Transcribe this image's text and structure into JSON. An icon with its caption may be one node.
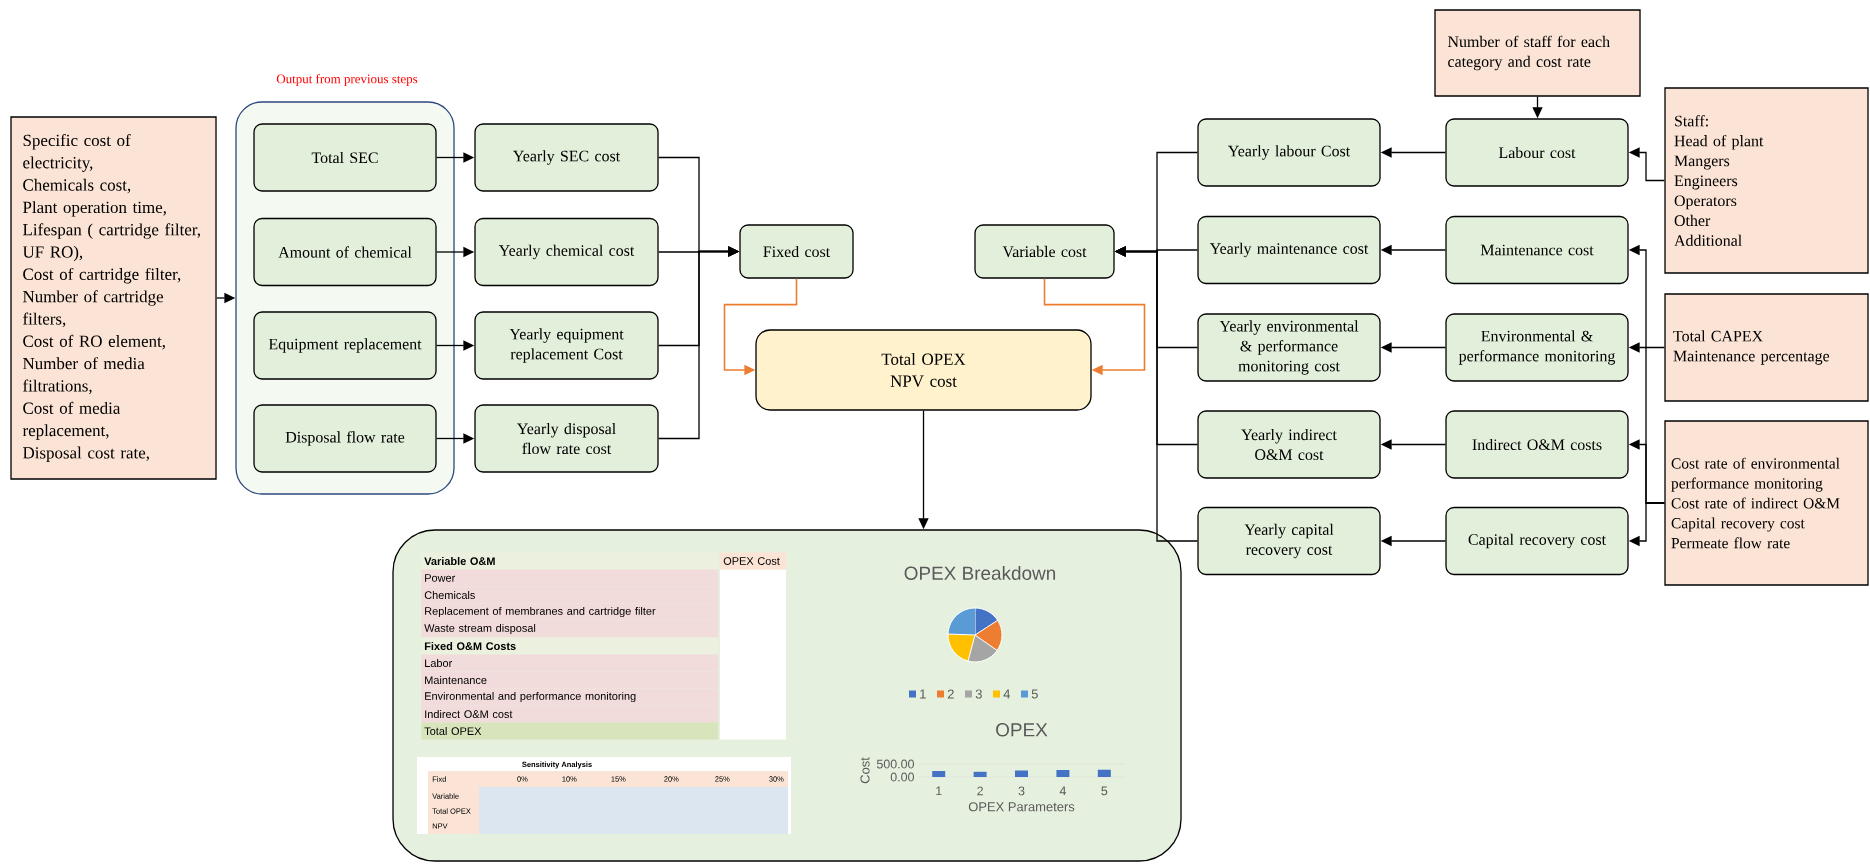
{
  "diagram": {
    "nodes": [
      {
        "text": [
          "Specific cost of electricity,",
          "Chemicals cost,",
          "Plant operation time,",
          "Lifespan ( cartridge filter, UF RO),",
          "Cost of cartridge filter,",
          "Number of cartridge filters,",
          "Cost of RO element,",
          "Number of media filtrations,",
          "Cost of media replacement,",
          "Disposal cost rate,"
        ]
      },
      {
        "text": [
          "Output from previous steps"
        ]
      },
      {
        "text": [
          "Total SEC"
        ],
        "in": 1
      },
      {
        "text": [
          "Amount of chemical"
        ],
        "in": 1
      },
      {
        "text": [
          "Equipment replacement"
        ],
        "in": 1
      },
      {
        "text": [
          "Disposal flow rate"
        ],
        "in": 1
      },
      {
        "text": [
          "Yearly SEC cost"
        ]
      },
      {
        "text": [
          "Yearly chemical cost"
        ]
      },
      {
        "text": [
          "Yearly equipment replacement Cost"
        ]
      },
      {
        "text": [
          "Yearly disposal flow rate cost"
        ]
      },
      {
        "text": [
          "Fixed cost"
        ]
      },
      {
        "text": [
          "Variable cost"
        ]
      },
      {
        "text": [
          "Total OPEX NPV cost"
        ]
      },
      {
        "text": [
          "Number of staff for each category and cost rate"
        ]
      },
      {
        "text": [
          "Yearly labour Cost"
        ]
      },
      {
        "text": [
          "Labour cost"
        ]
      },
      {
        "text": [
          "Staff:",
          "Head of plant",
          "Mangers",
          "Engineers",
          "Operators",
          "Other",
          "Additional"
        ]
      },
      {
        "text": [
          "Yearly maintenance cost"
        ]
      },
      {
        "text": [
          "Maintenance cost"
        ]
      },
      {
        "text": [
          "Total CAPEX",
          "Maintenance percentage"
        ]
      },
      {
        "text": [
          "Yearly environmental & performance monitoring cost"
        ]
      },
      {
        "text": [
          "Environmental & performance monitoring"
        ]
      },
      {
        "text": [
          "Yearly indirect O&M cost"
        ]
      },
      {
        "text": [
          "Indirect O&M costs"
        ]
      },
      {
        "text": [
          "Yearly capital recovery cost"
        ]
      },
      {
        "text": [
          "Capital recovery cost"
        ]
      },
      {
        "text": [
          "Cost rate of environmental performance monitoring",
          "Cost rate of indirect O&M",
          "Capital recovery cost",
          "Permeate flow rate"
        ]
      },
      {
        "text": [],
        "shape": "box"
      }
    ],
    "edges": [
      {
        "from": 0,
        "to": 1,
        "arrow": "to"
      },
      {
        "from": 2,
        "to": 6,
        "arrow": "to"
      },
      {
        "from": 3,
        "to": 7,
        "arrow": "to"
      },
      {
        "from": 4,
        "to": 8,
        "arrow": "to"
      },
      {
        "from": 5,
        "to": 9,
        "arrow": "to"
      },
      {
        "from": 6,
        "to": 10,
        "arrow": "to"
      },
      {
        "from": 7,
        "to": 10,
        "arrow": "to"
      },
      {
        "from": 8,
        "to": 10,
        "arrow": "to"
      },
      {
        "from": 9,
        "to": 10,
        "arrow": "to"
      },
      {
        "from": 10,
        "to": 12,
        "arrow": "to",
        "color": "#ed7d31"
      },
      {
        "from": 11,
        "to": 12,
        "arrow": "to",
        "color": "#ed7d31"
      },
      {
        "from": 12,
        "to": 27,
        "arrow": "to"
      },
      {
        "from": 13,
        "to": 15,
        "arrow": "to"
      },
      {
        "from": 15,
        "to": 14,
        "arrow": "to"
      },
      {
        "from": 18,
        "to": 17,
        "arrow": "to"
      },
      {
        "from": 21,
        "to": 20,
        "arrow": "to"
      },
      {
        "from": 23,
        "to": 22,
        "arrow": "to"
      },
      {
        "from": 25,
        "to": 24,
        "arrow": "to"
      },
      {
        "from": 14,
        "to": 11,
        "arrow": "to"
      },
      {
        "from": 17,
        "to": 11,
        "arrow": "to"
      },
      {
        "from": 20,
        "to": 11,
        "arrow": "to"
      },
      {
        "from": 22,
        "to": 11,
        "arrow": "to"
      },
      {
        "from": 24,
        "to": 11,
        "arrow": "to"
      },
      {
        "from": 16,
        "to": 15,
        "arrow": "to"
      },
      {
        "from": 19,
        "to": 18,
        "arrow": "to"
      },
      {
        "from": 26,
        "to": 21,
        "arrow": "to"
      },
      {
        "from": 26,
        "to": 23,
        "arrow": "to"
      },
      {
        "from": 26,
        "to": 25,
        "arrow": "to"
      }
    ],
    "labels": [
      "Variable O&M",
      "OPEX Cost",
      "Power",
      "Chemicals",
      "Replacement of membranes and cartridge filter",
      "Waste stream disposal",
      "Fixed O&M Costs",
      "Labor",
      "Maintenance",
      "Environmental and performance monitoring",
      "Indirect O&M cost",
      "Total OPEX",
      "OPEX Breakdown",
      "Sensitivity Analysis",
      "Fixd",
      "0%",
      "10%",
      "15%",
      "20%",
      "25%",
      "30%",
      "Variable",
      "Total OPEX",
      "NPV"
    ],
    "legend": [
      {
        "text": "1",
        "color": "#4472c4"
      },
      {
        "text": "2",
        "color": "#ed7d31"
      },
      {
        "text": "3",
        "color": "#a5a5a5"
      },
      {
        "text": "4",
        "color": "#ffc000"
      },
      {
        "text": "5",
        "color": "#5b9bd5"
      }
    ],
    "chart_data": {
      "type": "bar",
      "title": "OPEX",
      "xlabel": "OPEX Parameters",
      "ylabel": "Cost",
      "categories": [
        "1",
        "2",
        "3",
        "4",
        "5"
      ],
      "series": [
        {
          "color": "#4472c4",
          "values": [
            230,
            200,
            250,
            270,
            280
          ]
        }
      ],
      "ylim": [
        0,
        500
      ],
      "yticks": [
        {
          "value": 0,
          "label": "0.00"
        },
        {
          "value": 500,
          "label": "500.00"
        }
      ]
    }
  }
}
